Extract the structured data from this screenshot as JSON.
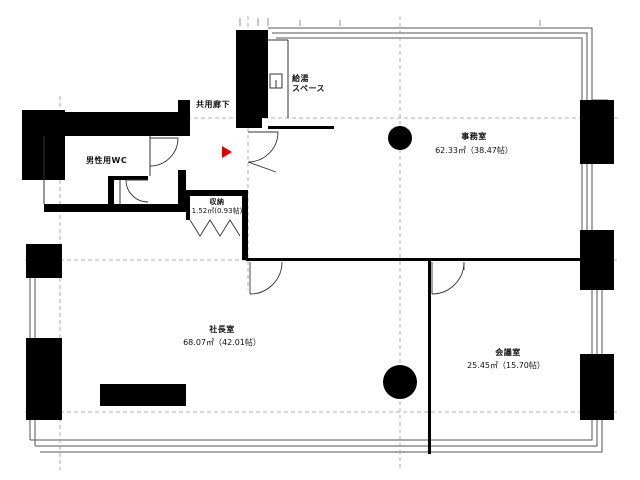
{
  "rooms": {
    "office": {
      "name": "事務室",
      "area": "62.33㎡（38.47帖）"
    },
    "ceo": {
      "name": "社長室",
      "area": "68.07㎡（42.01帖）"
    },
    "meeting": {
      "name": "会議室",
      "area": "25.45㎡（15.70帖）"
    },
    "storage": {
      "name": "収納",
      "area": "1.52㎡(0.93帖)"
    },
    "wc": {
      "name": "男性用WC"
    },
    "kitchen": {
      "line1": "給湯",
      "line2": "スペース"
    },
    "corridor": {
      "name": "共用廊下"
    }
  },
  "colors": {
    "wall": "#000000",
    "thin_line": "#555555",
    "dash_line": "#9a9a9a",
    "entrance_marker": "#e00000"
  }
}
